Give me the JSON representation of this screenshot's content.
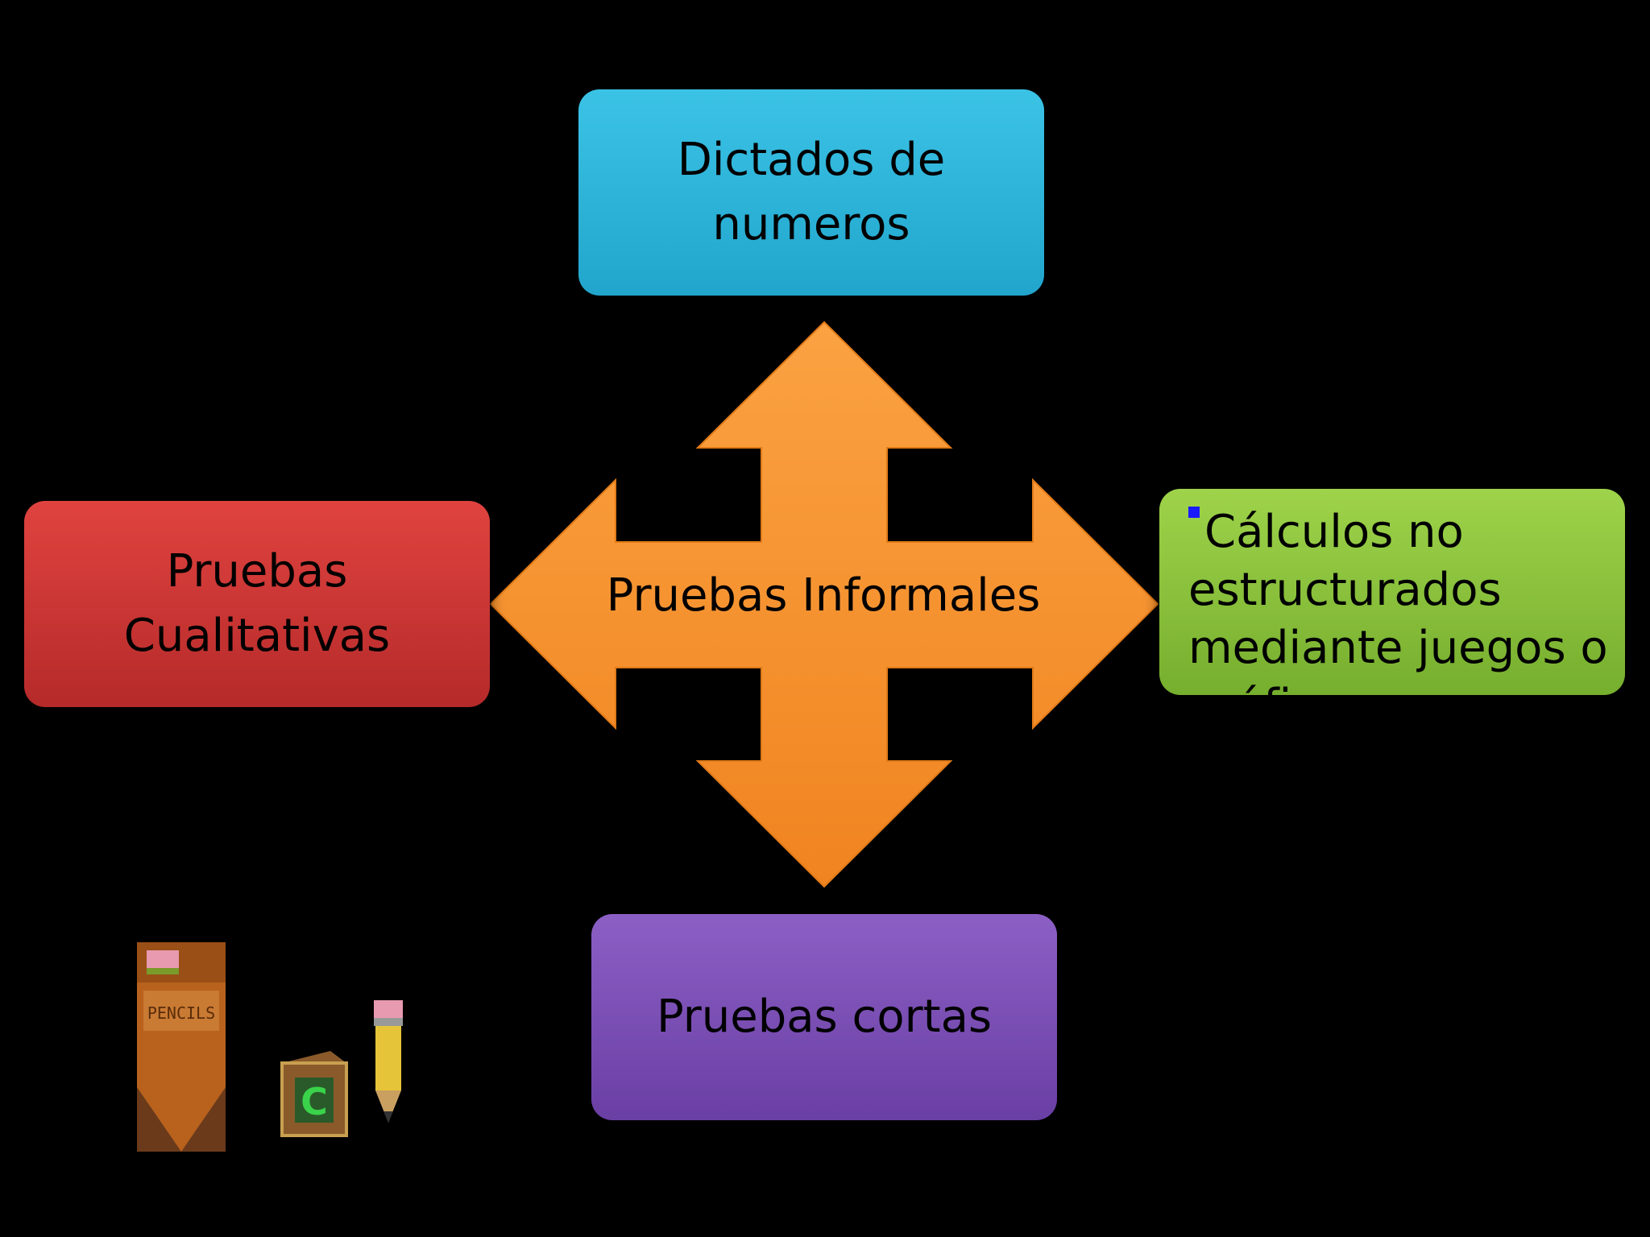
{
  "diagram": {
    "center": "Pruebas Informales",
    "top": "Dictados de numeros",
    "left": "Pruebas Cualitativas",
    "right": "Cálculos no estructurados mediante juegos o gráficos",
    "bottom": "Pruebas cortas"
  },
  "colors": {
    "background": "#000000",
    "arrow": "#f7922e",
    "top_box": "#2bb5dc",
    "left_box": "#d03636",
    "right_box": "#8cc63f",
    "bottom_box": "#7b4fb5",
    "bullet": "#1a1aff"
  },
  "clipart": {
    "items": [
      "pencils-box-icon",
      "letter-block-icon",
      "pencil-icon"
    ],
    "box_lettering": "PENCILS",
    "block_letter": "C"
  }
}
